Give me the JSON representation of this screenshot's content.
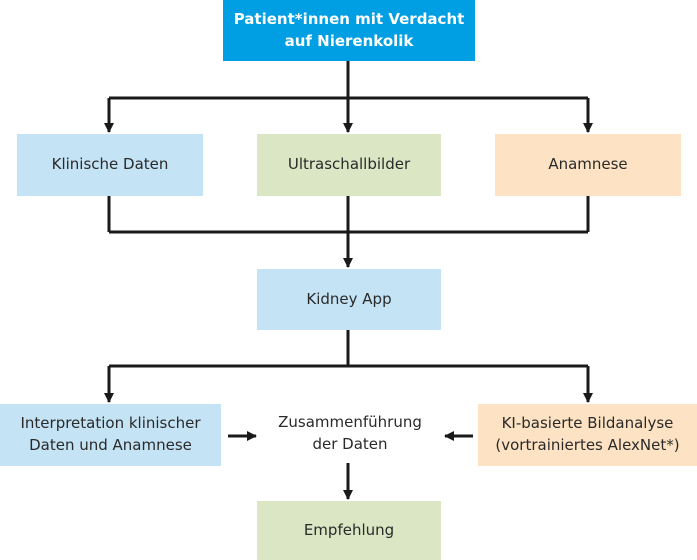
{
  "nodes": {
    "start": {
      "line1": "Patient*innen mit Verdacht",
      "line2": "auf Nierenkolik"
    },
    "clinical": {
      "label": "Klinische Daten"
    },
    "ultrasound": {
      "label": "Ultraschallbilder"
    },
    "anamnesis": {
      "label": "Anamnese"
    },
    "app": {
      "label": "Kidney App"
    },
    "interpretation": {
      "line1": "Interpretation klinischer",
      "line2": "Daten und Anamnese"
    },
    "merge": {
      "line1": "Zusammenführung",
      "line2": "der Daten"
    },
    "ai": {
      "line1": "KI-basierte Bildanalyse",
      "line2": "(vortrainiertes AlexNet*)"
    },
    "recommendation": {
      "label": "Empfehlung"
    }
  },
  "colors": {
    "start_fill": "#009fe3",
    "blue_fill": "#c4e3f5",
    "green_fill": "#dbe6c4",
    "orange_fill": "#fde3c3",
    "line": "#1a1a1a"
  }
}
